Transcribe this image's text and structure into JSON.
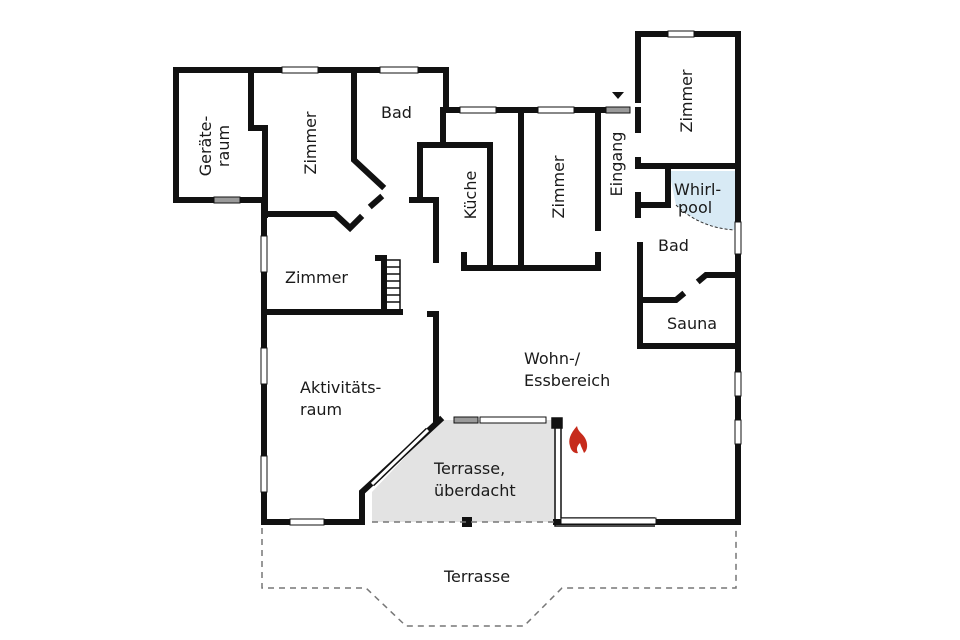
{
  "plan": {
    "type": "floor-plan",
    "colors": {
      "wall": "#111111",
      "window": "#ffffff",
      "window_gray": "#9a9a9a",
      "covered_terrace_fill": "#e3e3e3",
      "whirlpool_fill": "#d8eaf5",
      "fireplace": "#c62b1c",
      "dashed_outline": "#777777"
    },
    "rooms": {
      "geraeteraum": {
        "line1": "Geräte-",
        "line2": "raum"
      },
      "zimmer_nw": {
        "label": "Zimmer"
      },
      "bad_n": {
        "label": "Bad"
      },
      "kueche": {
        "label": "Küche"
      },
      "zimmer_center": {
        "label": "Zimmer"
      },
      "eingang": {
        "label": "Eingang"
      },
      "zimmer_ne": {
        "label": "Zimmer"
      },
      "whirlpool": {
        "line1": "Whirl-",
        "line2": "pool"
      },
      "bad_e": {
        "label": "Bad"
      },
      "sauna": {
        "label": "Sauna"
      },
      "zimmer_w": {
        "label": "Zimmer"
      },
      "aktivitaetsraum": {
        "line1": "Aktivitäts-",
        "line2": "raum"
      },
      "wohn_essbereich": {
        "line1": "Wohn-/",
        "line2": "Essbereich"
      },
      "terrasse_ueberdacht": {
        "line1": "Terrasse,",
        "line2": "überdacht"
      },
      "terrasse": {
        "label": "Terrasse"
      }
    },
    "symbols": {
      "entrance_marker": "entrance-arrow",
      "fireplace": "fireplace-flame",
      "stairs_steps": 7
    }
  }
}
